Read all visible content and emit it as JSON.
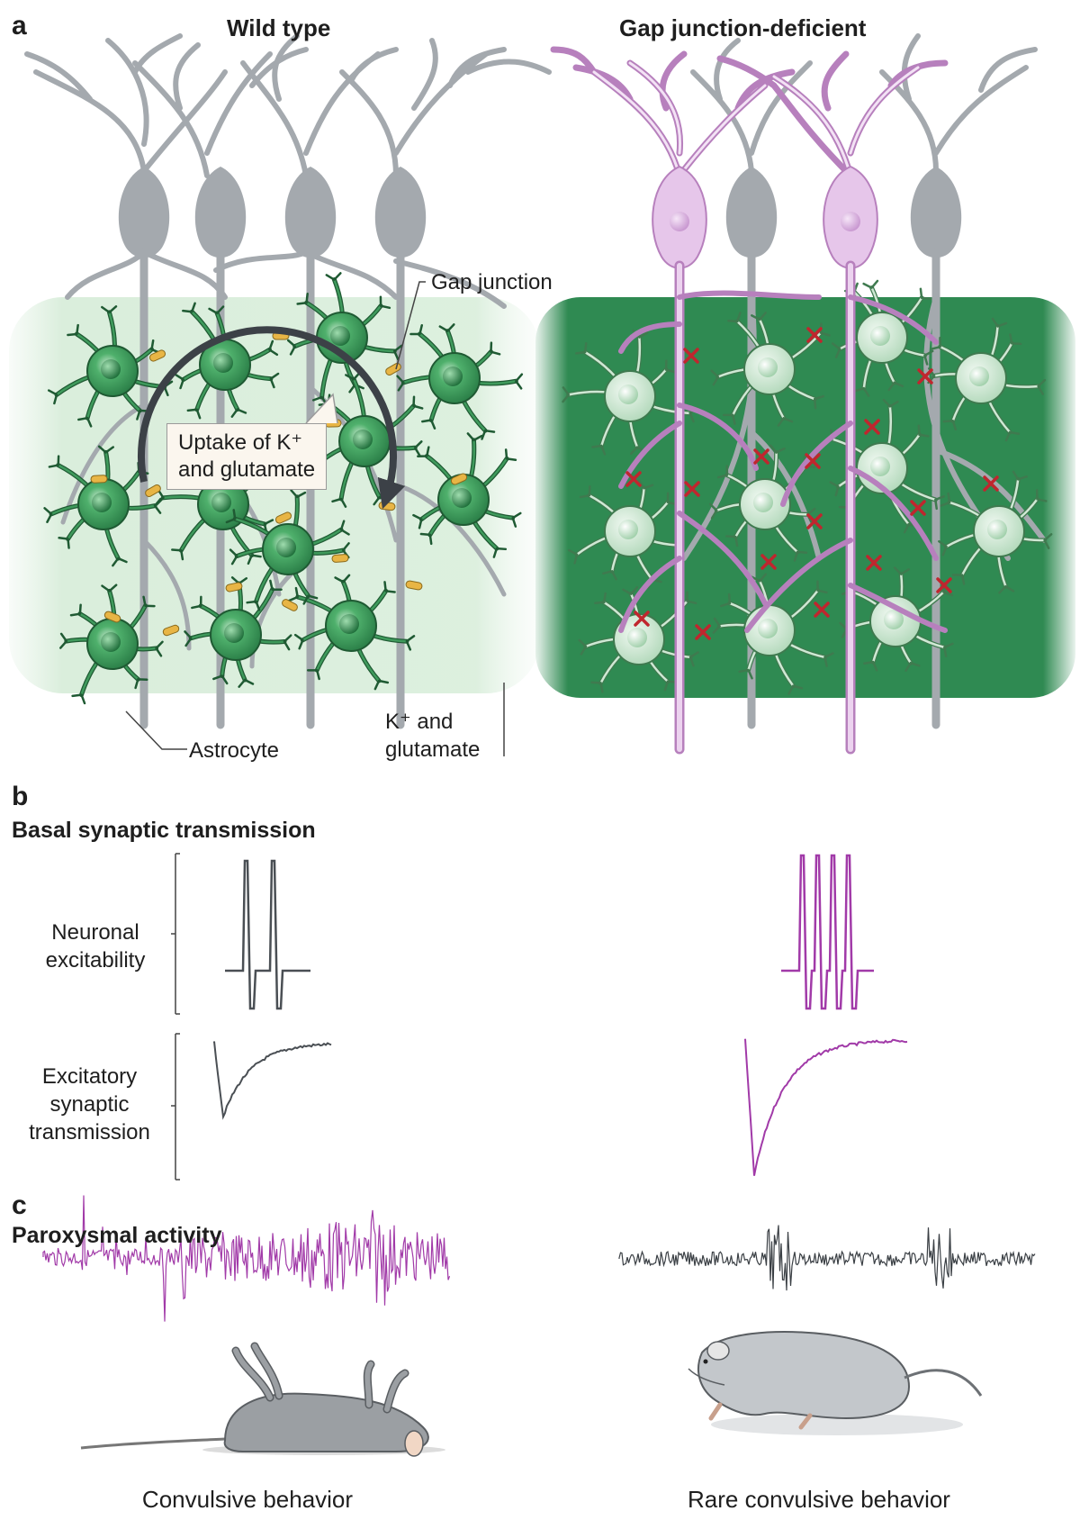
{
  "panels": {
    "a": {
      "letter": "a",
      "left_title": "Wild type",
      "right_title": "Gap junction-deficient",
      "labels": {
        "gap_junction": "Gap junction",
        "uptake_line1": "Uptake of K⁺",
        "uptake_line2": "and glutamate",
        "astrocyte": "Astrocyte",
        "k_glut_line1": "K⁺ and",
        "k_glut_line2": "glutamate"
      }
    },
    "b": {
      "letter": "b",
      "title": "Basal synaptic transmission",
      "row1_line1": "Neuronal",
      "row1_line2": "excitability",
      "row2_line1": "Excitatory",
      "row2_line2": "synaptic",
      "row2_line3": "transmission"
    },
    "c": {
      "letter": "c",
      "title": "Paroxysmal activity",
      "left_caption": "Convulsive behavior",
      "right_caption": "Rare convulsive behavior"
    }
  },
  "colors": {
    "neuron_grey": "#a4a9ae",
    "neuron_purple": "#e6c6ea",
    "purple_outline": "#b780bd",
    "astro_green": "#2f8a50",
    "astro_dark": "#1f5a33",
    "astro_light": "#a9d3b1",
    "gap_junction": "#e8b545",
    "block_x": "#c0262e",
    "trace_grey": "#4a4f54",
    "trace_purple": "#a13aa8",
    "text": "#1e1e1e"
  }
}
